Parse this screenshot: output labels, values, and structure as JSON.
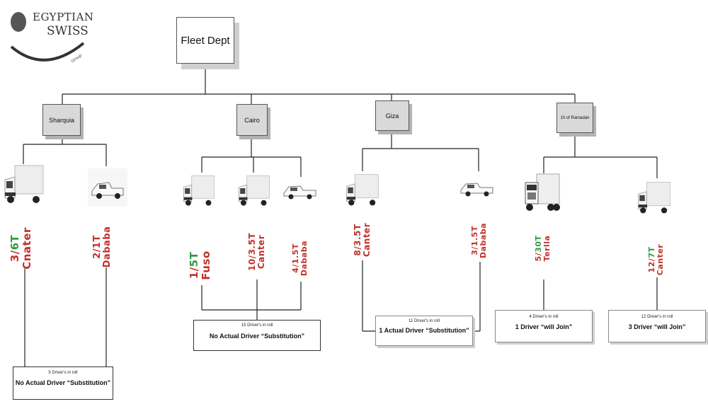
{
  "logo": {
    "line1": "EGYPTIAN",
    "line2": "SWISS",
    "line3": "Group"
  },
  "root": {
    "label": "Fleet Dept"
  },
  "regions": {
    "sharquia": "Sharquia",
    "cairo": "Cairo",
    "giza": "Giza",
    "ramadan": "10 of Ramadan"
  },
  "vehicles": {
    "sharquia_canter": {
      "count": "3/",
      "cap": "6T",
      "type": "Cnater"
    },
    "sharquia_dababa": {
      "count": "2/1T",
      "cap": "",
      "type": "Dababa"
    },
    "cairo_fuso": {
      "count": "1/",
      "cap": "5T",
      "type": "Fuso"
    },
    "cairo_canter": {
      "count": "10/3.5T",
      "cap": "",
      "type": "Canter"
    },
    "cairo_dababa": {
      "count": "4/1.5T",
      "cap": "",
      "type": "Dababa"
    },
    "giza_canter": {
      "count": "8/3.5T",
      "cap": "",
      "type": "Canter"
    },
    "giza_dababa": {
      "count": "3/1.5T",
      "cap": "",
      "type": "Dababa"
    },
    "ramadan_terlla": {
      "count": "5/",
      "cap": "30T",
      "type": "Terlla"
    },
    "ramadan_canter": {
      "count": "12/",
      "cap": "7T",
      "type": "Canter"
    }
  },
  "notes": {
    "sharquia": {
      "drivers": "5 Driver's in roll",
      "status": "No Actual Driver “Substitution”"
    },
    "cairo": {
      "drivers": "15 Driver's in roll",
      "status": "No Actual Driver “Substitution”"
    },
    "giza": {
      "drivers": "11 Driver's in roll",
      "status": "1  Actual Driver “Substitution”"
    },
    "ramadan_terlla": {
      "drivers": "4 Driver's in roll",
      "status": "1 Driver “will Join”"
    },
    "ramadan_canter": {
      "drivers": "12 Driver's in roll",
      "status": "3 Driver “will Join”"
    }
  },
  "colors": {
    "red": "#c0312b",
    "green": "#2e9a45",
    "box": "#d9d9d9"
  },
  "icons": {
    "box_truck": "box-truck-icon",
    "pickup": "pickup-truck-icon",
    "semi": "semi-truck-icon"
  }
}
